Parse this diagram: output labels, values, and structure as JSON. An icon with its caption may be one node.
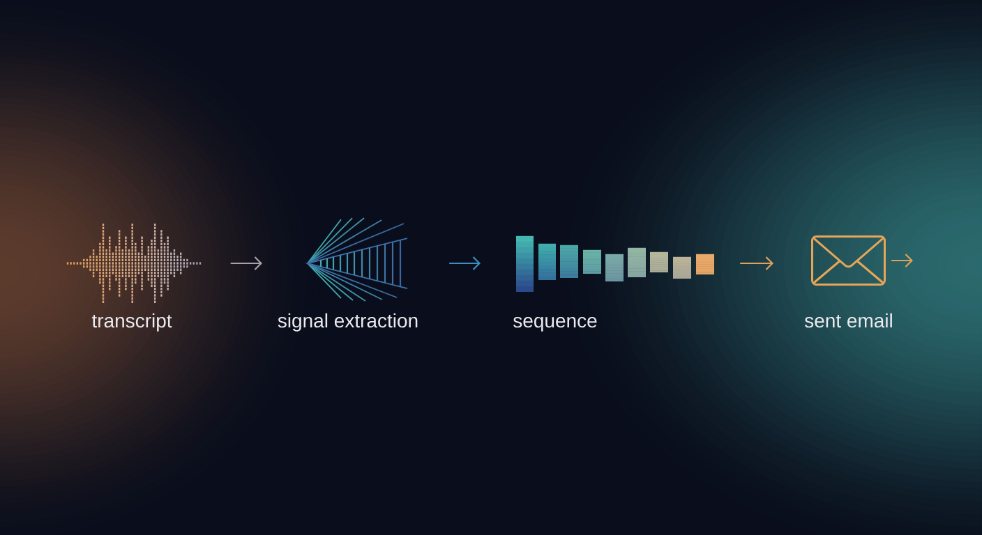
{
  "diagram": {
    "nodes": [
      {
        "text": [
          "transcript"
        ]
      },
      {
        "text": [
          "signal extraction"
        ]
      },
      {
        "text": [
          "sequence"
        ]
      },
      {
        "text": [
          "sent email"
        ]
      }
    ],
    "edges": [
      {
        "from": 0,
        "to": 1,
        "arrow": "to",
        "color": "#a8a2a6"
      },
      {
        "from": 1,
        "to": 2,
        "arrow": "to",
        "color": "#3d8fc0"
      },
      {
        "from": 2,
        "to": 3,
        "arrow": "to",
        "color": "#e3a158"
      },
      {
        "from": 3,
        "to": null,
        "arrow": "to",
        "color": "#e3a158"
      }
    ]
  }
}
